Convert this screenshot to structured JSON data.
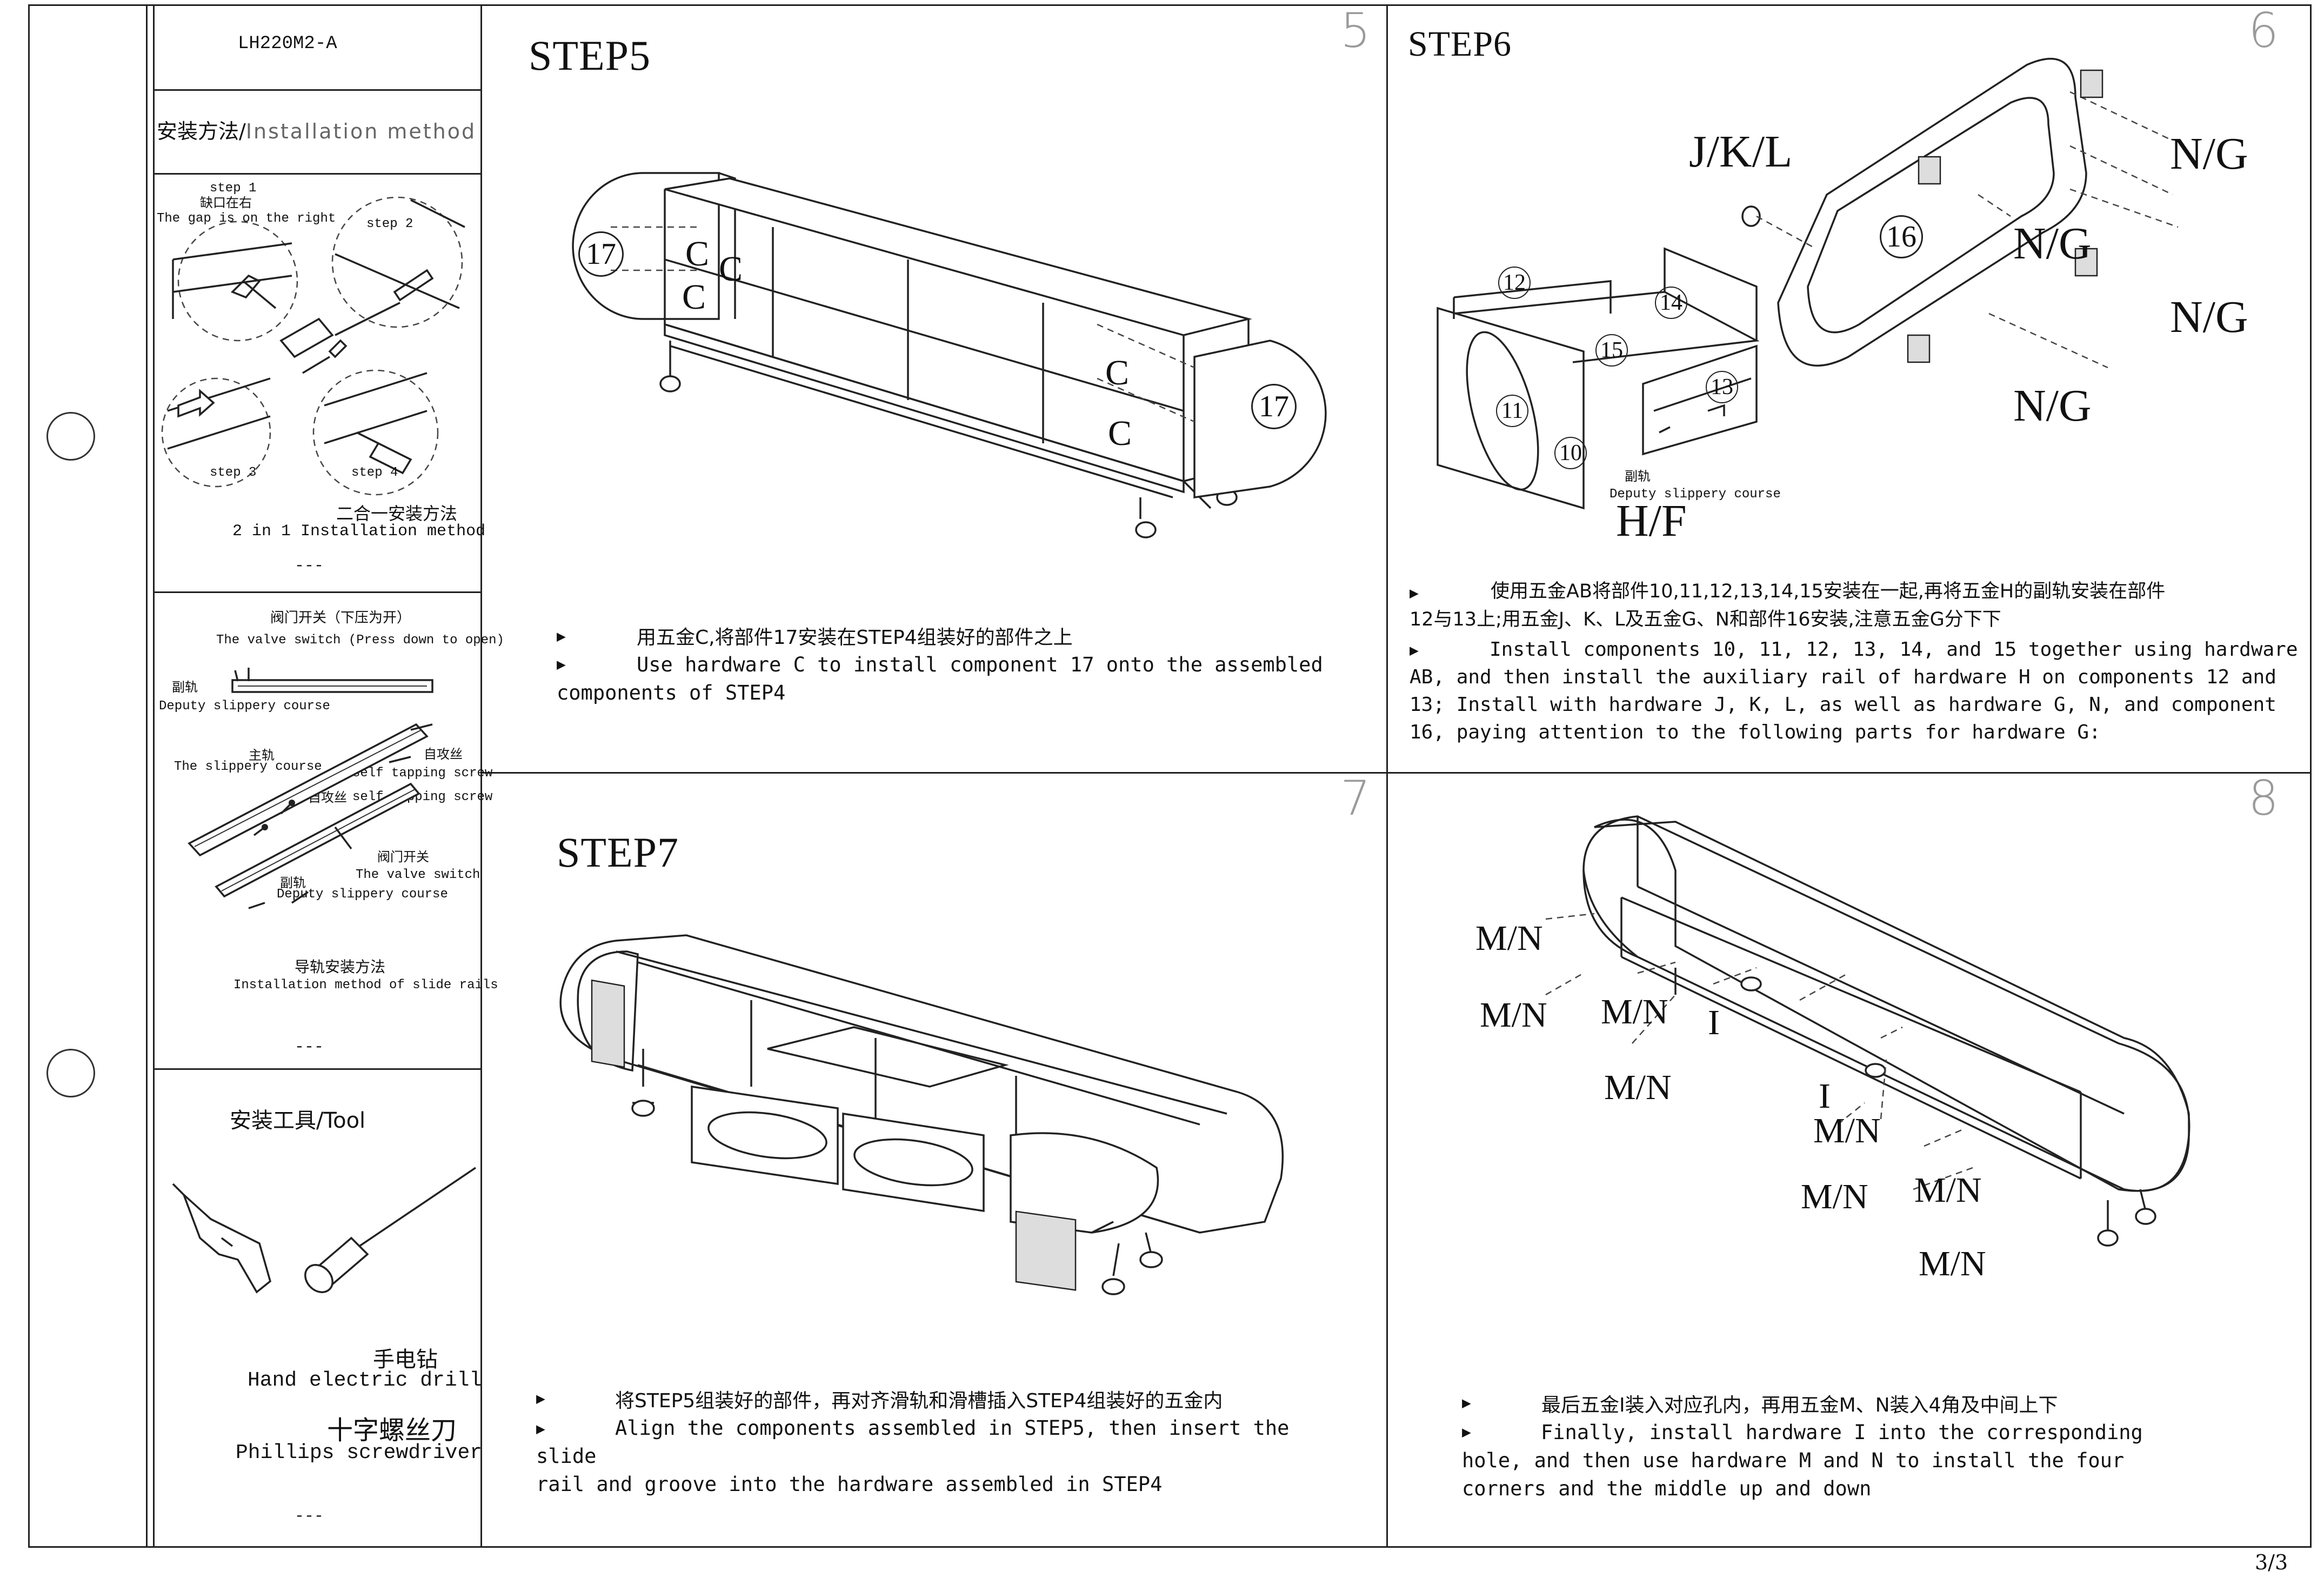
{
  "model": "LH220M2-A",
  "section_title_cn": "安装方法/",
  "section_title_en": "Installation method",
  "sidebar": {
    "install_block": {
      "step1": "step 1",
      "gap_cn": "缺口在右",
      "gap_en": "The gap is on the right",
      "step2": "step 2",
      "step3": "step 3",
      "step4": "step 4",
      "title_cn": "二合一安装方法",
      "title_en": "2 in 1 Installation method",
      "dash": "---"
    },
    "rail_block": {
      "valve_cn": "阀门开关（下压为开）",
      "valve_en": "The valve switch (Press down to open)",
      "deputy_cn": "副轨",
      "deputy_en": "Deputy slippery course",
      "main_cn": "主轨",
      "main_en": "The slippery course",
      "screw_cn_1": "自攻丝",
      "screw_en_1": "self tapping screw",
      "screw_cn_2": "自攻丝",
      "screw_en_2": "self tapping screw",
      "valve2_cn": "阀门开关",
      "valve2_en": "The valve switch",
      "deputy2_cn": "副轨",
      "deputy2_en": "Deputy slippery course",
      "title_cn": "导轨安装方法",
      "title_en": "Installation method of slide rails",
      "dash": "---"
    },
    "tool_block": {
      "title": "安装工具/Tool",
      "drill_cn": "手电钻",
      "drill_en": "Hand electric drill",
      "screwdriver_cn": "十字螺丝刀",
      "screwdriver_en": "Phillips screwdriver",
      "dash": "---"
    }
  },
  "panels": {
    "step5": {
      "title": "STEP5",
      "page": "5",
      "labels": {
        "part17a": "17",
        "part17b": "17",
        "c1": "C",
        "c2": "C",
        "c3": "C",
        "c4": "C",
        "c5": "C"
      },
      "bullet": "▶",
      "cn": "用五金C,将部件17安装在STEP4组装好的部件之上",
      "en": "Use hardware C to install component 17 onto the assembled\ncomponents of STEP4"
    },
    "step6": {
      "title": "STEP6",
      "page": "6",
      "labels": {
        "jkl": "J/K/L",
        "ng1": "N/G",
        "ng2": "N/G",
        "ng3": "N/G",
        "ng4": "N/G",
        "p16": "16",
        "p12": "12",
        "p14": "14",
        "p15": "15",
        "p11": "11",
        "p10": "10",
        "p13": "13",
        "deputy_cn": "副轨",
        "deputy_en": "Deputy slippery course",
        "hf": "H/F"
      },
      "bullet": "▶",
      "cn": "使用五金AB将部件10,11,12,13,14,15安装在一起,再将五金H的副轨安装在部件\n12与13上;用五金J、K、L及五金G、N和部件16安装,注意五金G分下下",
      "en": "Install components 10, 11, 12, 13, 14, and 15 together using hardware\nAB, and then install the auxiliary rail of hardware H on components 12 and\n13; Install with hardware J, K, L, as well as hardware G, N, and component\n16, paying attention to the following parts for hardware G:"
    },
    "step7": {
      "title": "STEP7",
      "page": "7",
      "bullet": "▶",
      "cn": "将STEP5组装好的部件，再对齐滑轨和滑槽插入STEP4组装好的五金内",
      "en": "Align the components assembled in STEP5, then insert the slide\nrail and groove into the hardware assembled in STEP4"
    },
    "step8": {
      "page": "8",
      "labels": {
        "mn1": "M/N",
        "mn2": "M/N",
        "mn3": "M/N",
        "mn4": "M/N",
        "mn5": "M/N",
        "mn6": "M/N",
        "mn7": "M/N",
        "mn8": "M/N",
        "i1": "I",
        "i2": "I"
      },
      "bullet": "▶",
      "cn": "最后五金I装入对应孔内，再用五金M、N装入4角及中间上下",
      "en": "Finally, install hardware I into the corresponding\nhole, and then use hardware M and N to install the four\ncorners and the middle up and down"
    }
  },
  "footer_page": "3/3"
}
